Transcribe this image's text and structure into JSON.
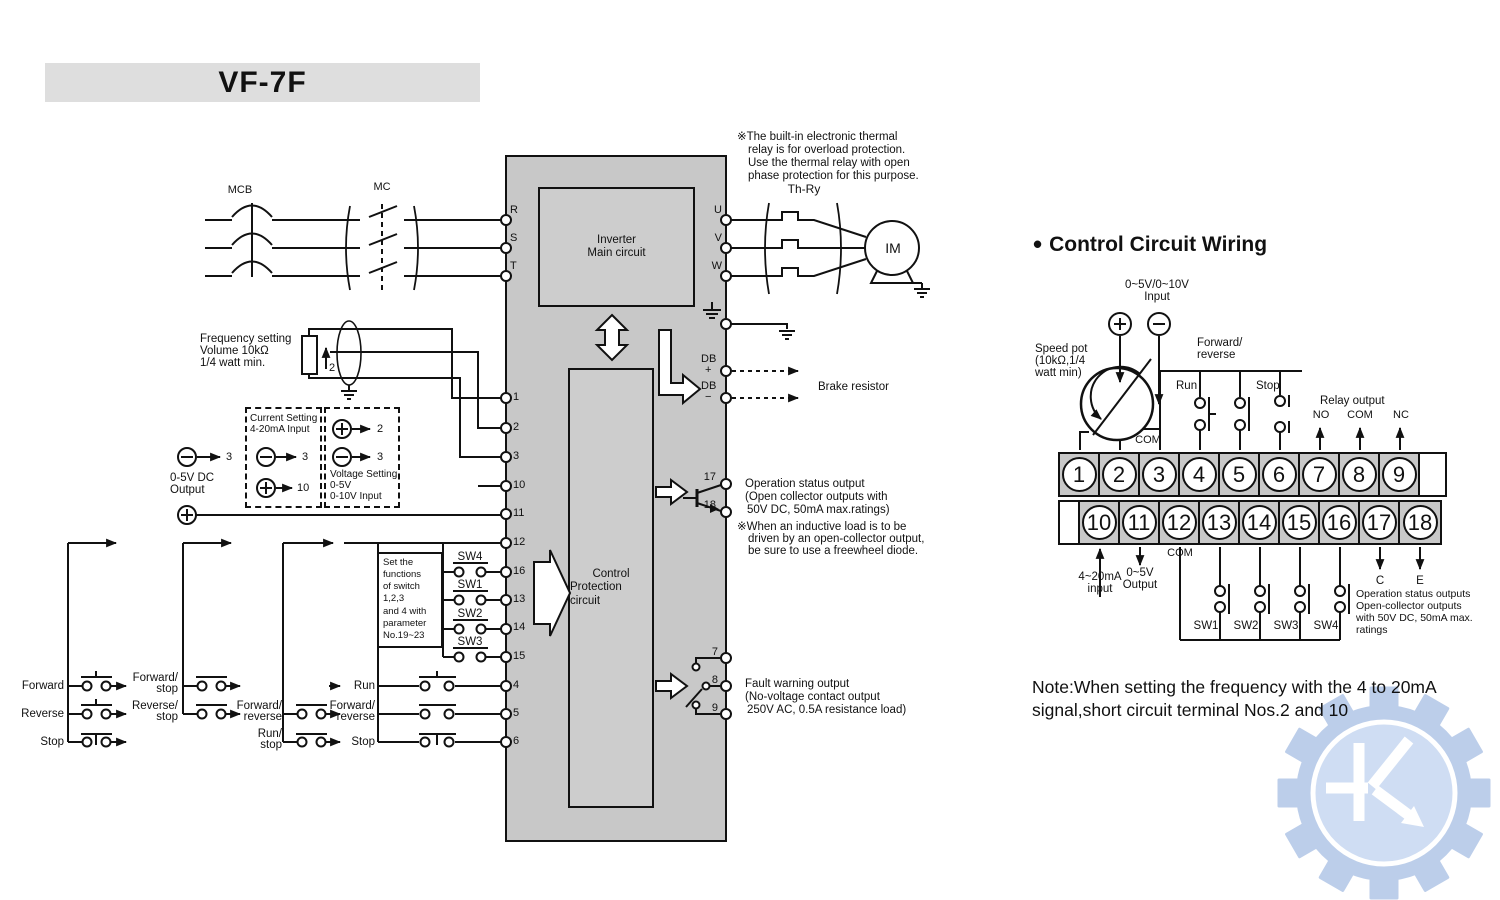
{
  "title": "VF-7F",
  "colors": {
    "block_gray": "#c8c8c8",
    "banner_gray": "#dedede",
    "line": "#111111",
    "logo_outer": "#b7cae9",
    "logo_inner": "#ccdbf2"
  },
  "main": {
    "mcb": "MCB",
    "mc": "MC",
    "th_ry": "Th-Ry",
    "im": "IM",
    "thermal_note": [
      "※The built-in electronic thermal",
      "relay is for overload protection.",
      "Use the thermal relay with open",
      "phase protection for this purpose."
    ],
    "inverter": [
      "Inverter",
      "Main circuit"
    ],
    "control": [
      "Control",
      "Protection circuit"
    ],
    "brake": "Brake resistor",
    "db": [
      "DB",
      "+",
      "DB",
      "−"
    ],
    "freq": [
      "Frequency setting",
      "Volume 10kΩ",
      "1/4 watt min."
    ],
    "pot_wire": "2",
    "dc_out": [
      "0-5V DC",
      "Output"
    ],
    "dc_out_target": "3",
    "current_box": {
      "title": [
        "Current Setting",
        "4-20mA Input"
      ],
      "minus_target": "3",
      "plus_target": "10"
    },
    "voltage_box": {
      "title": [
        "Voltage Setting",
        "0-5V",
        "0-10V Input"
      ],
      "plus_target": "2",
      "minus_target": "3"
    },
    "sw_note": [
      "Set the functions",
      "of switch 1,2,3",
      "and 4 with",
      "parameter",
      "No.19~23"
    ],
    "sw": [
      "SW4",
      "SW1",
      "SW2",
      "SW3"
    ],
    "in_terms": [
      "R",
      "S",
      "T"
    ],
    "out_terms": [
      "U",
      "V",
      "W"
    ],
    "left_nums": [
      "1",
      "2",
      "3",
      "10",
      "11",
      "12",
      "16",
      "13",
      "14",
      "15",
      "4",
      "5",
      "6"
    ],
    "right_nums": [
      "17",
      "18",
      "7",
      "8",
      "9"
    ],
    "col1": [
      "Forward",
      "Reverse",
      "Stop"
    ],
    "col2": [
      "Forward/",
      "stop",
      "Reverse/",
      "stop"
    ],
    "col3": [
      "Forward/",
      "reverse",
      "Run/",
      "stop"
    ],
    "col4": [
      "Run",
      "Forward/",
      "reverse",
      "Stop"
    ],
    "op_status": [
      "Operation status output",
      "(Open collector outputs with",
      "50V DC, 50mA max.ratings)"
    ],
    "inductive": [
      "※When an inductive load is to be",
      "driven by an open-collector output,",
      "be sure to use a freewheel diode."
    ],
    "fault": [
      "Fault warning output",
      "(No-voltage contact output",
      "250V AC, 0.5A resistance load)"
    ]
  },
  "panel": {
    "bullet": "•",
    "heading": "Control Circuit Wiring",
    "input": [
      "0~5V/0~10V",
      "Input"
    ],
    "speed_pot": [
      "Speed pot",
      "(10kΩ,1/4",
      "watt min)"
    ],
    "fwd_rev": [
      "Forward/",
      "reverse"
    ],
    "run": "Run",
    "stop": "Stop",
    "relay": "Relay output",
    "no": "NO",
    "com": "COM",
    "nc": "NC",
    "com_top": "COM",
    "com_bottom": "COM",
    "row1": [
      "1",
      "2",
      "3",
      "4",
      "5",
      "6",
      "7",
      "8",
      "9"
    ],
    "row2": [
      "10",
      "11",
      "12",
      "13",
      "14",
      "15",
      "16",
      "17",
      "18"
    ],
    "in420": [
      "4~20mA",
      "input"
    ],
    "out05": [
      "0~5V",
      "Output"
    ],
    "sw": [
      "SW1",
      "SW2",
      "SW3",
      "SW4"
    ],
    "c": "C",
    "e": "E",
    "ops": [
      "Operation status outputs",
      "Open-collector outputs",
      "with 50V DC, 50mA max.",
      "ratings"
    ],
    "note": [
      "Note:When setting the frequency with the 4 to 20mA",
      "signal,short circuit terminal Nos.2 and 10"
    ]
  }
}
